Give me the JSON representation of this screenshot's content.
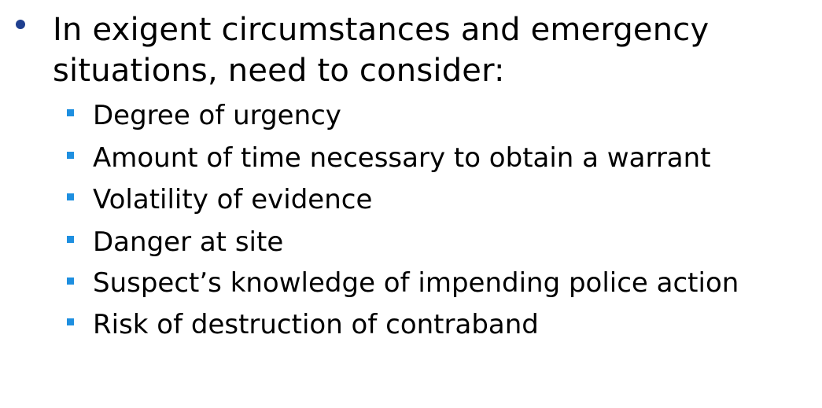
{
  "slide": {
    "main_bullet": "In exigent circumstances and emergency situations, need to consider:",
    "sub_bullets": [
      "Degree of urgency",
      "Amount of time necessary to obtain a warrant",
      "Volatility of evidence",
      "Danger at site",
      "Suspect’s knowledge of impending police action",
      "Risk of destruction of contraband"
    ]
  },
  "colors": {
    "level1_bullet": "#1f3f8f",
    "level2_bullet": "#1e8fe0",
    "text": "#000000",
    "background": "#ffffff"
  }
}
